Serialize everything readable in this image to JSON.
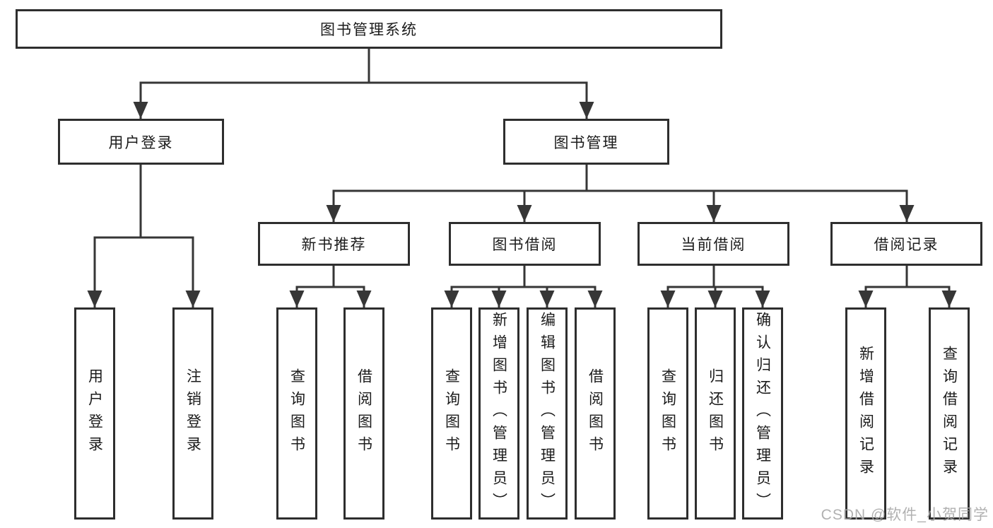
{
  "diagram": {
    "root": {
      "label": "图书管理系统"
    },
    "level2": [
      {
        "label": "用户登录"
      },
      {
        "label": "图书管理"
      }
    ],
    "level3": [
      {
        "label": "新书推荐"
      },
      {
        "label": "图书借阅"
      },
      {
        "label": "当前借阅"
      },
      {
        "label": "借阅记录"
      }
    ],
    "leaves": [
      {
        "label": "用户登录"
      },
      {
        "label": "注销登录"
      },
      {
        "label": "查询图书"
      },
      {
        "label": "借阅图书"
      },
      {
        "label": "查询图书"
      },
      {
        "label": "新增图书（管理员）"
      },
      {
        "label": "编辑图书（管理员）"
      },
      {
        "label": "借阅图书"
      },
      {
        "label": "查询图书"
      },
      {
        "label": "归还图书"
      },
      {
        "label": "确认归还（管理员）"
      },
      {
        "label": "新增借阅记录"
      },
      {
        "label": "查询借阅记录"
      }
    ],
    "watermark": "CSDN @软件_小贺同学",
    "colors": {
      "line": "#363636",
      "box_border": "#2e2e2e",
      "box_fill": "#ffffff",
      "text": "#1b1b1b",
      "watermark": "#a9a9a9"
    }
  }
}
